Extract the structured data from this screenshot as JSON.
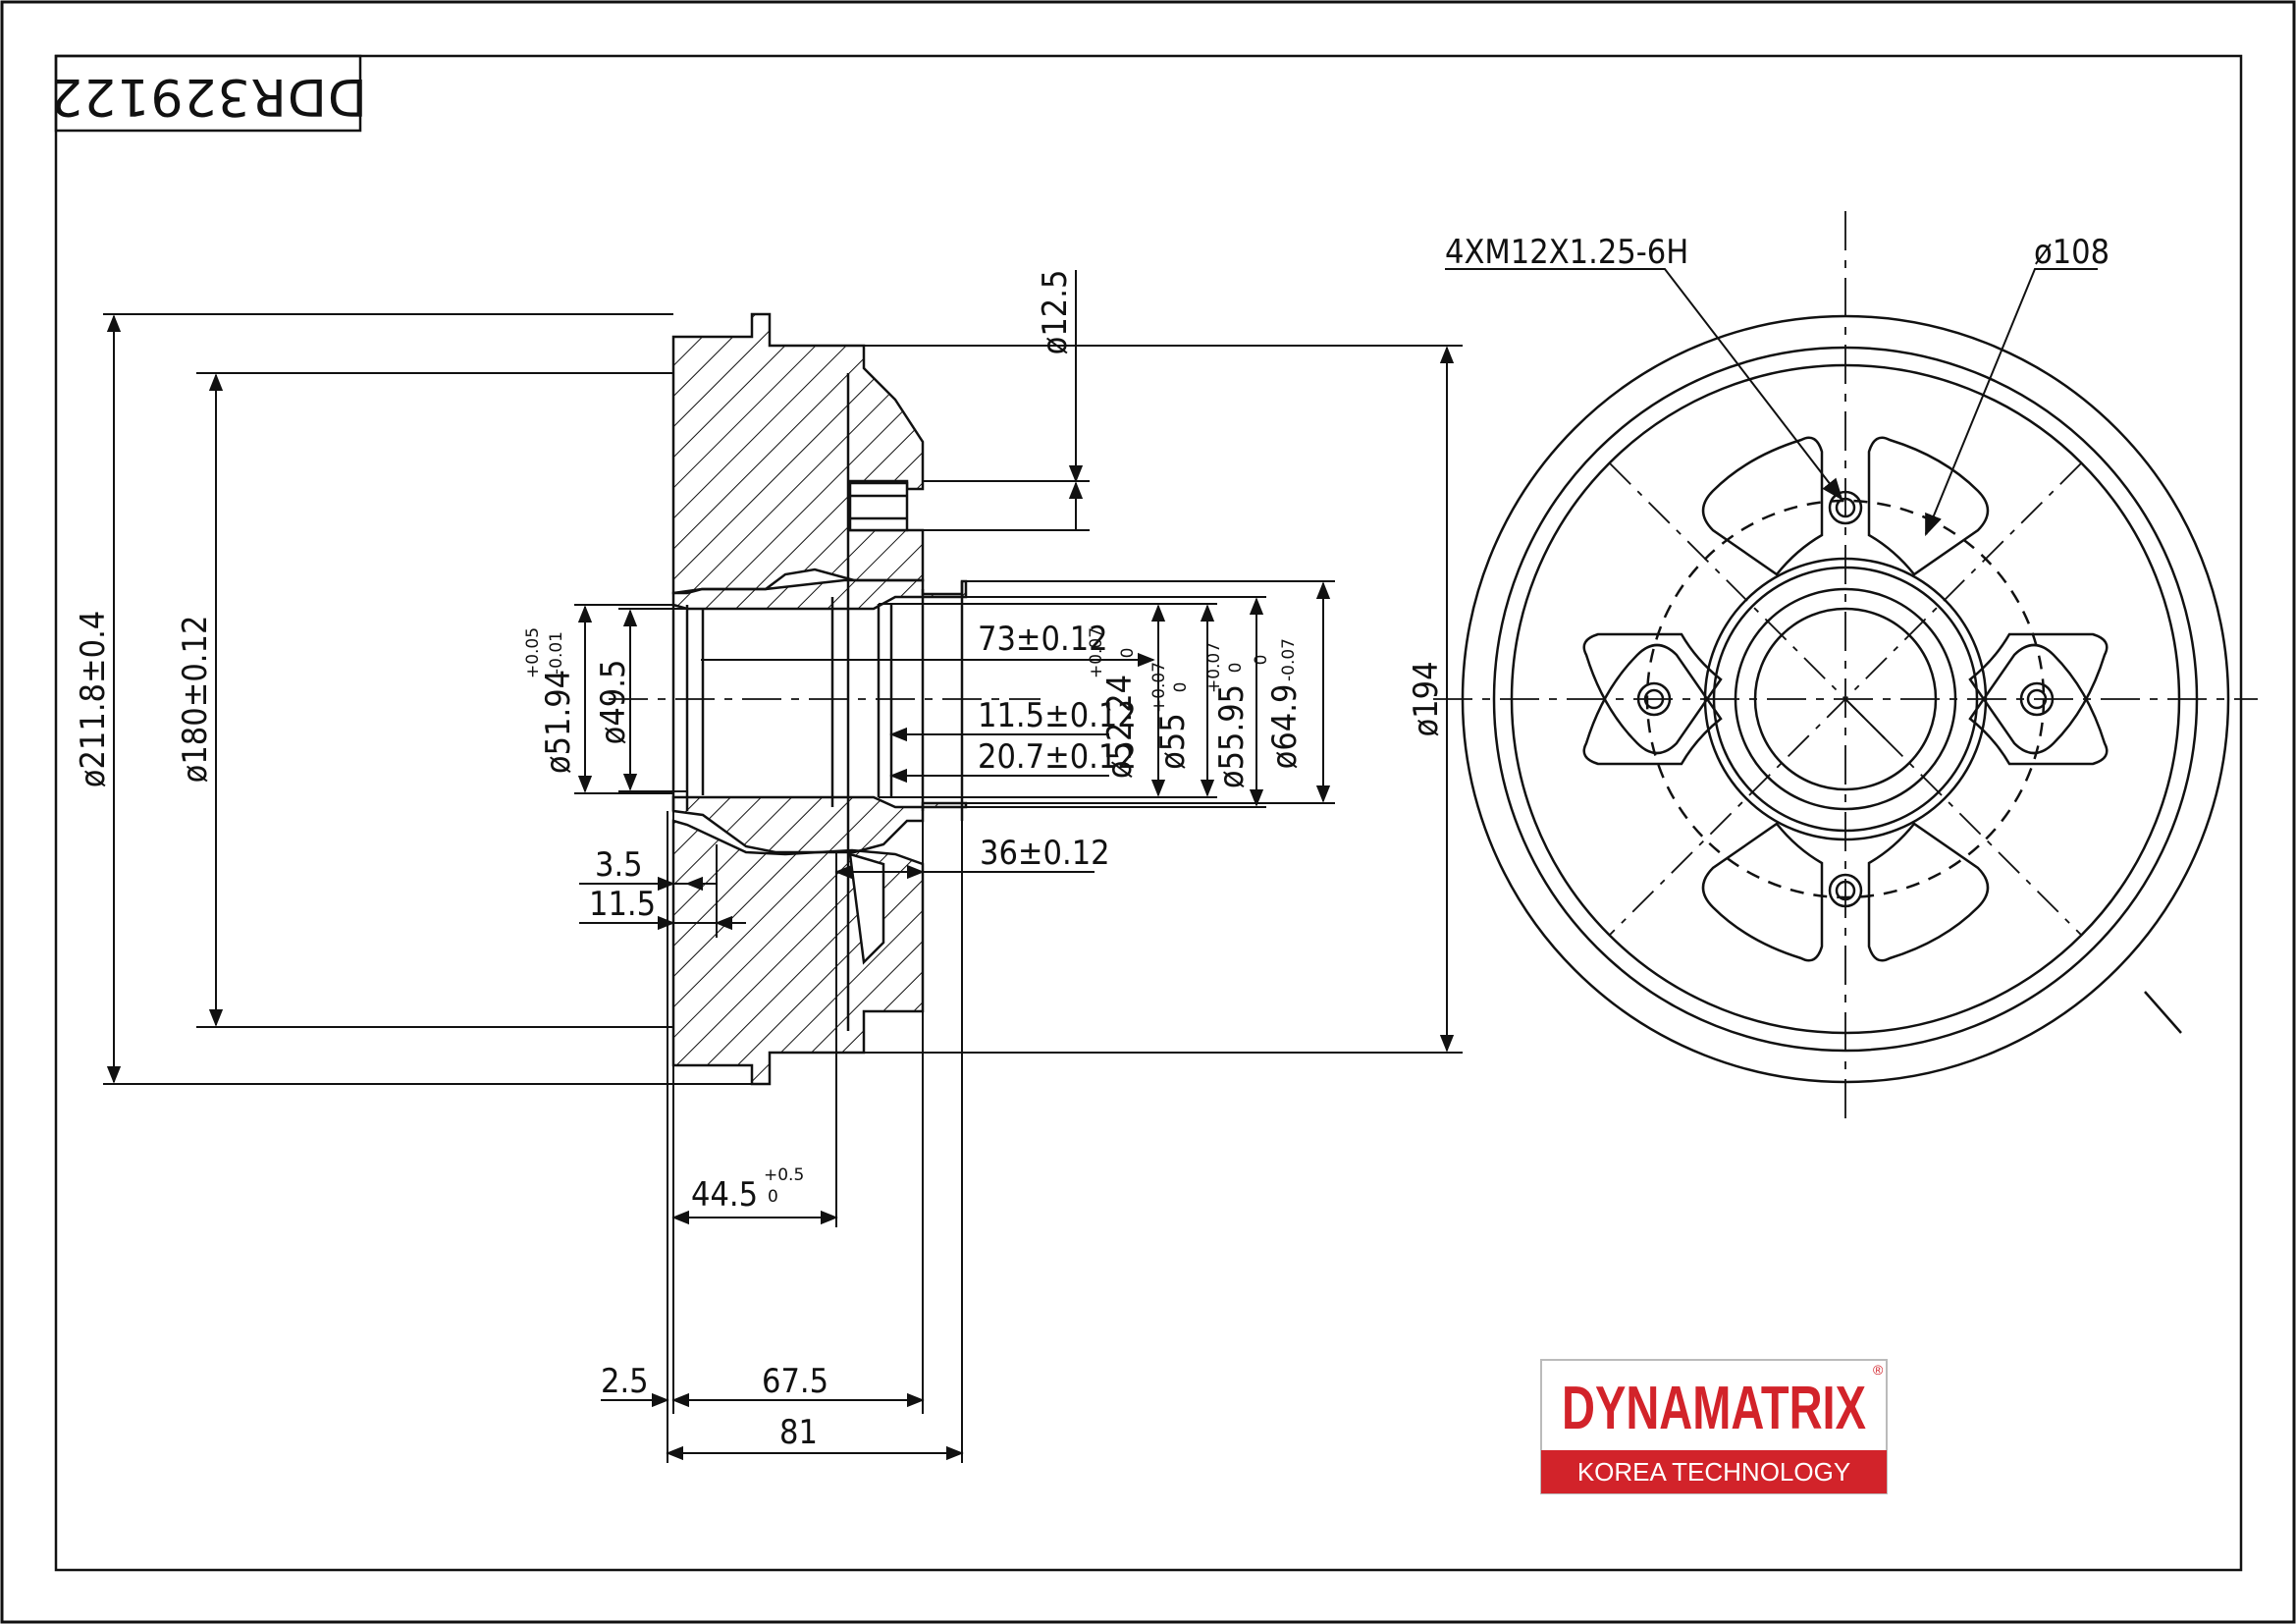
{
  "part_number": "DDR329122",
  "brand": {
    "name": "DYNAMATRIX",
    "registered_mark": "®",
    "tagline": "KOREA TECHNOLOGY",
    "red": "#d2232a"
  },
  "dimensions": {
    "outer_diameter": "ø211.8±0.4",
    "drum_inner_diameter": "ø180±0.12",
    "stud_hole": "ø12.5",
    "bore_51": "ø51.94",
    "bore_51_tol_upper": "+0.05",
    "bore_51_tol_lower": "-0.01",
    "bore_49": "ø49.5",
    "depth_73": "73±0.12",
    "depth_11": "11.5±0.12",
    "depth_20": "20.7±0.12",
    "bore_52": "ø52.24",
    "bore_52_tol_upper": "+0.07",
    "bore_52_tol_lower": "0",
    "bore_55": "ø55",
    "bore_55_tol_upper": "+0.07",
    "bore_55_tol_lower": "0",
    "bore_55_95": "ø55.95",
    "bore_55_95_tol_upper": "+0.07",
    "bore_55_95_tol_lower": "0",
    "bore_64": "ø64.9",
    "bore_64_tol_upper": "0",
    "bore_64_tol_lower": "-0.07",
    "flange_diameter": "ø194",
    "offset_36": "36±0.12",
    "step_3_5": "3.5",
    "step_11_5": "11.5",
    "height_44": "44.5",
    "height_44_tol_upper": "+0.5",
    "height_44_tol_lower": "0",
    "rim_2_5": "2.5",
    "width_67": "67.5",
    "width_81": "81",
    "thread": "4XM12X1.25-6H",
    "pcd": "ø108"
  },
  "colors": {
    "line": "#111111",
    "paper": "#ffffff"
  }
}
